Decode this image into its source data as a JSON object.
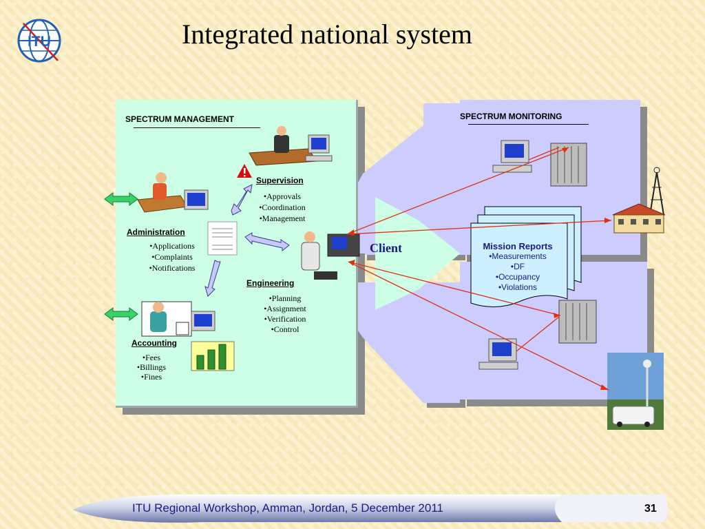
{
  "title": "Integrated national system",
  "logo_text": "ITU",
  "spectrum_management": {
    "heading": "SPECTRUM MANAGEMENT",
    "supervision": {
      "label": "Supervision",
      "items": [
        "•Approvals",
        "•Coordination",
        "•Management"
      ]
    },
    "administration": {
      "label": "Administration",
      "items": [
        "•Applications",
        "•Complaints",
        "•Notifications"
      ]
    },
    "engineering": {
      "label": "Engineering",
      "items": [
        "•Planning",
        "•Assignment",
        "•Verification",
        "•Control"
      ]
    },
    "accounting": {
      "label": "Accounting",
      "items": [
        "•Fees",
        "•Billings",
        "•Fines"
      ]
    }
  },
  "spectrum_monitoring": {
    "heading": "SPECTRUM MONITORING"
  },
  "client_label": "Client",
  "mission_reports": {
    "title": "Mission Reports",
    "items": [
      "•Measurements",
      "•DF",
      "•Occupancy",
      "•Violations"
    ]
  },
  "footer": {
    "text": "ITU Regional Workshop, Amman, Jordan, 5 December 2011",
    "page_number": "31"
  },
  "colors": {
    "background": "#fbefc6",
    "management_panel": "#ccffe6",
    "monitoring_panel": "#ccccff",
    "arrow_shape": "#ccccff",
    "connector_lines": "#e03010",
    "title_text": "#1a1a80"
  }
}
